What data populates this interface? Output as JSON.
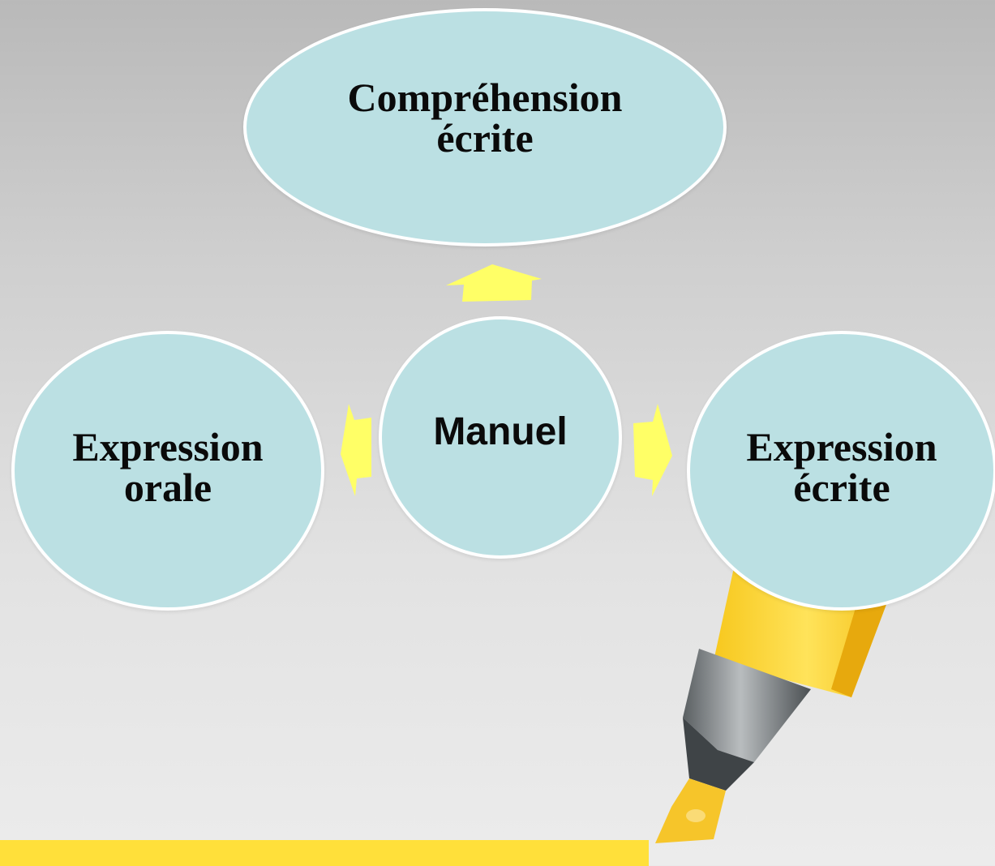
{
  "diagram": {
    "center": {
      "label": "Manuel"
    },
    "top": {
      "label": "Compréhension\nécrite"
    },
    "left": {
      "label": "Expression\norale"
    },
    "right": {
      "label": "Expression\nécrite"
    }
  },
  "colors": {
    "bubble_fill": "#bbe0e3",
    "bubble_border": "#ffffff",
    "arrow": "#ffff66",
    "highlighter_body": "#fcd72e",
    "highlighter_tip": "#7a7f82",
    "underline": "#ffe03a"
  },
  "icons": {
    "decoration": "highlighter-pen-icon"
  }
}
